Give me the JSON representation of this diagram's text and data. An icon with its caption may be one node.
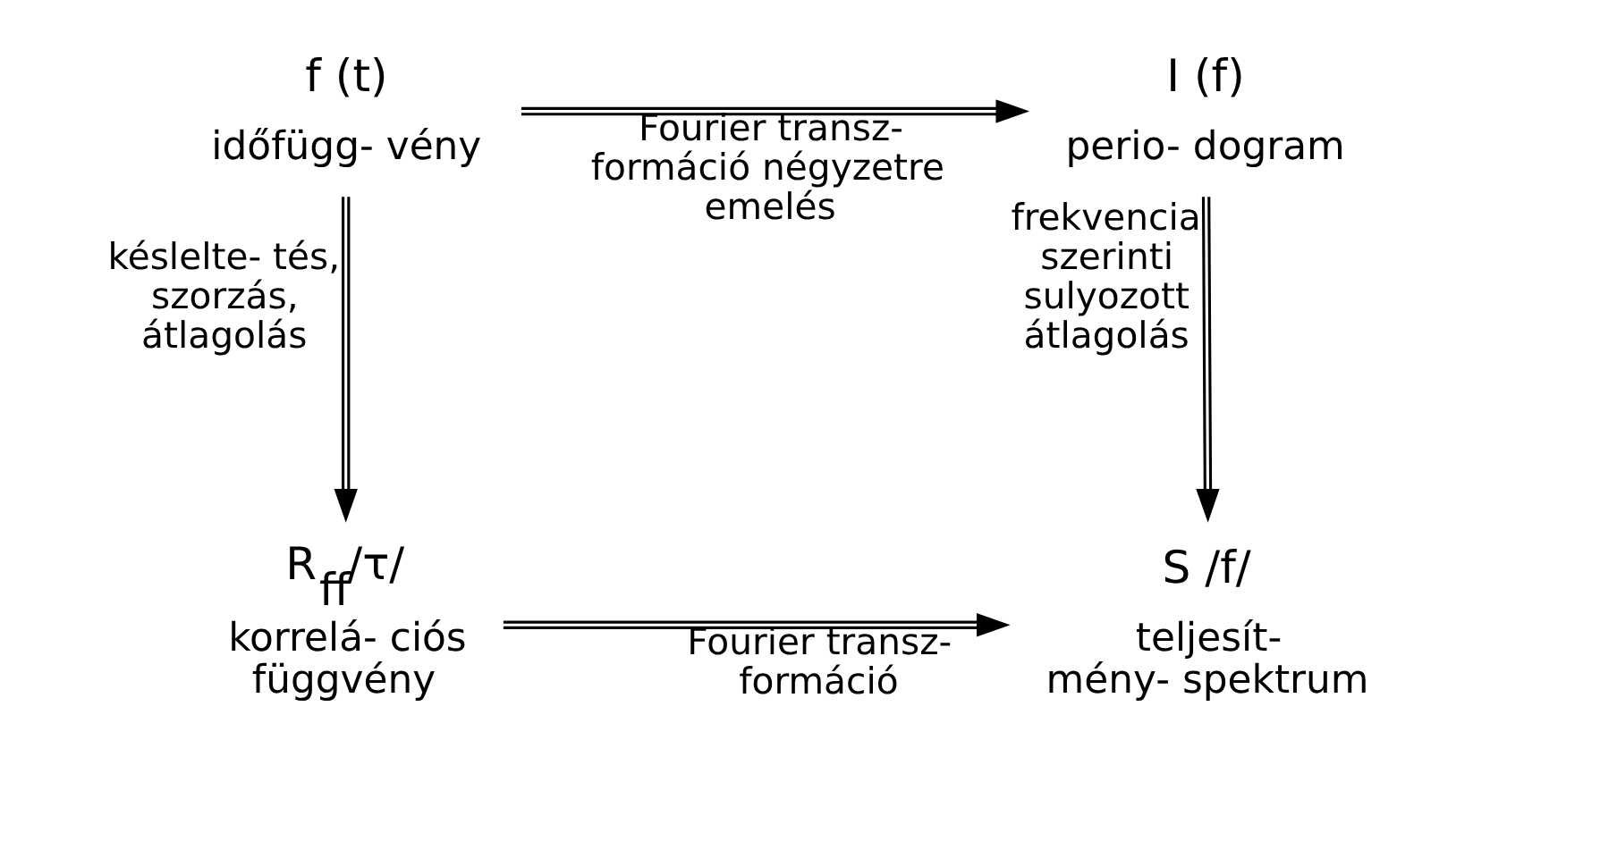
{
  "diagram": {
    "nodes": [
      {
        "text": [
          "f (t)"
        ],
        "beside": [
          "időfügg- vény"
        ]
      },
      {
        "text": [
          "I (f)"
        ],
        "beside": [
          "perio- dogram"
        ]
      },
      {
        "text": [
          "R$_{ff}$/τ/"
        ],
        "beside": [
          "korrelá- ciós függvény"
        ]
      },
      {
        "text": [
          "S /f/"
        ],
        "beside": [
          "teljesít- mény- spektrum"
        ]
      }
    ],
    "edges": [
      {
        "from": 0,
        "to": 1,
        "arrow": "to",
        "label": "Fourier transz- formáció négyzetre emelés"
      },
      {
        "from": 0,
        "to": 2,
        "arrow": "to",
        "label": "késlelte- tés, szorzás, átlagolás"
      },
      {
        "from": 1,
        "to": 3,
        "arrow": "to",
        "label": "frekvencia szerinti sulyozott átlagolás"
      },
      {
        "from": 2,
        "to": 3,
        "arrow": "to",
        "label": "Fourier transz- formáció"
      }
    ]
  }
}
